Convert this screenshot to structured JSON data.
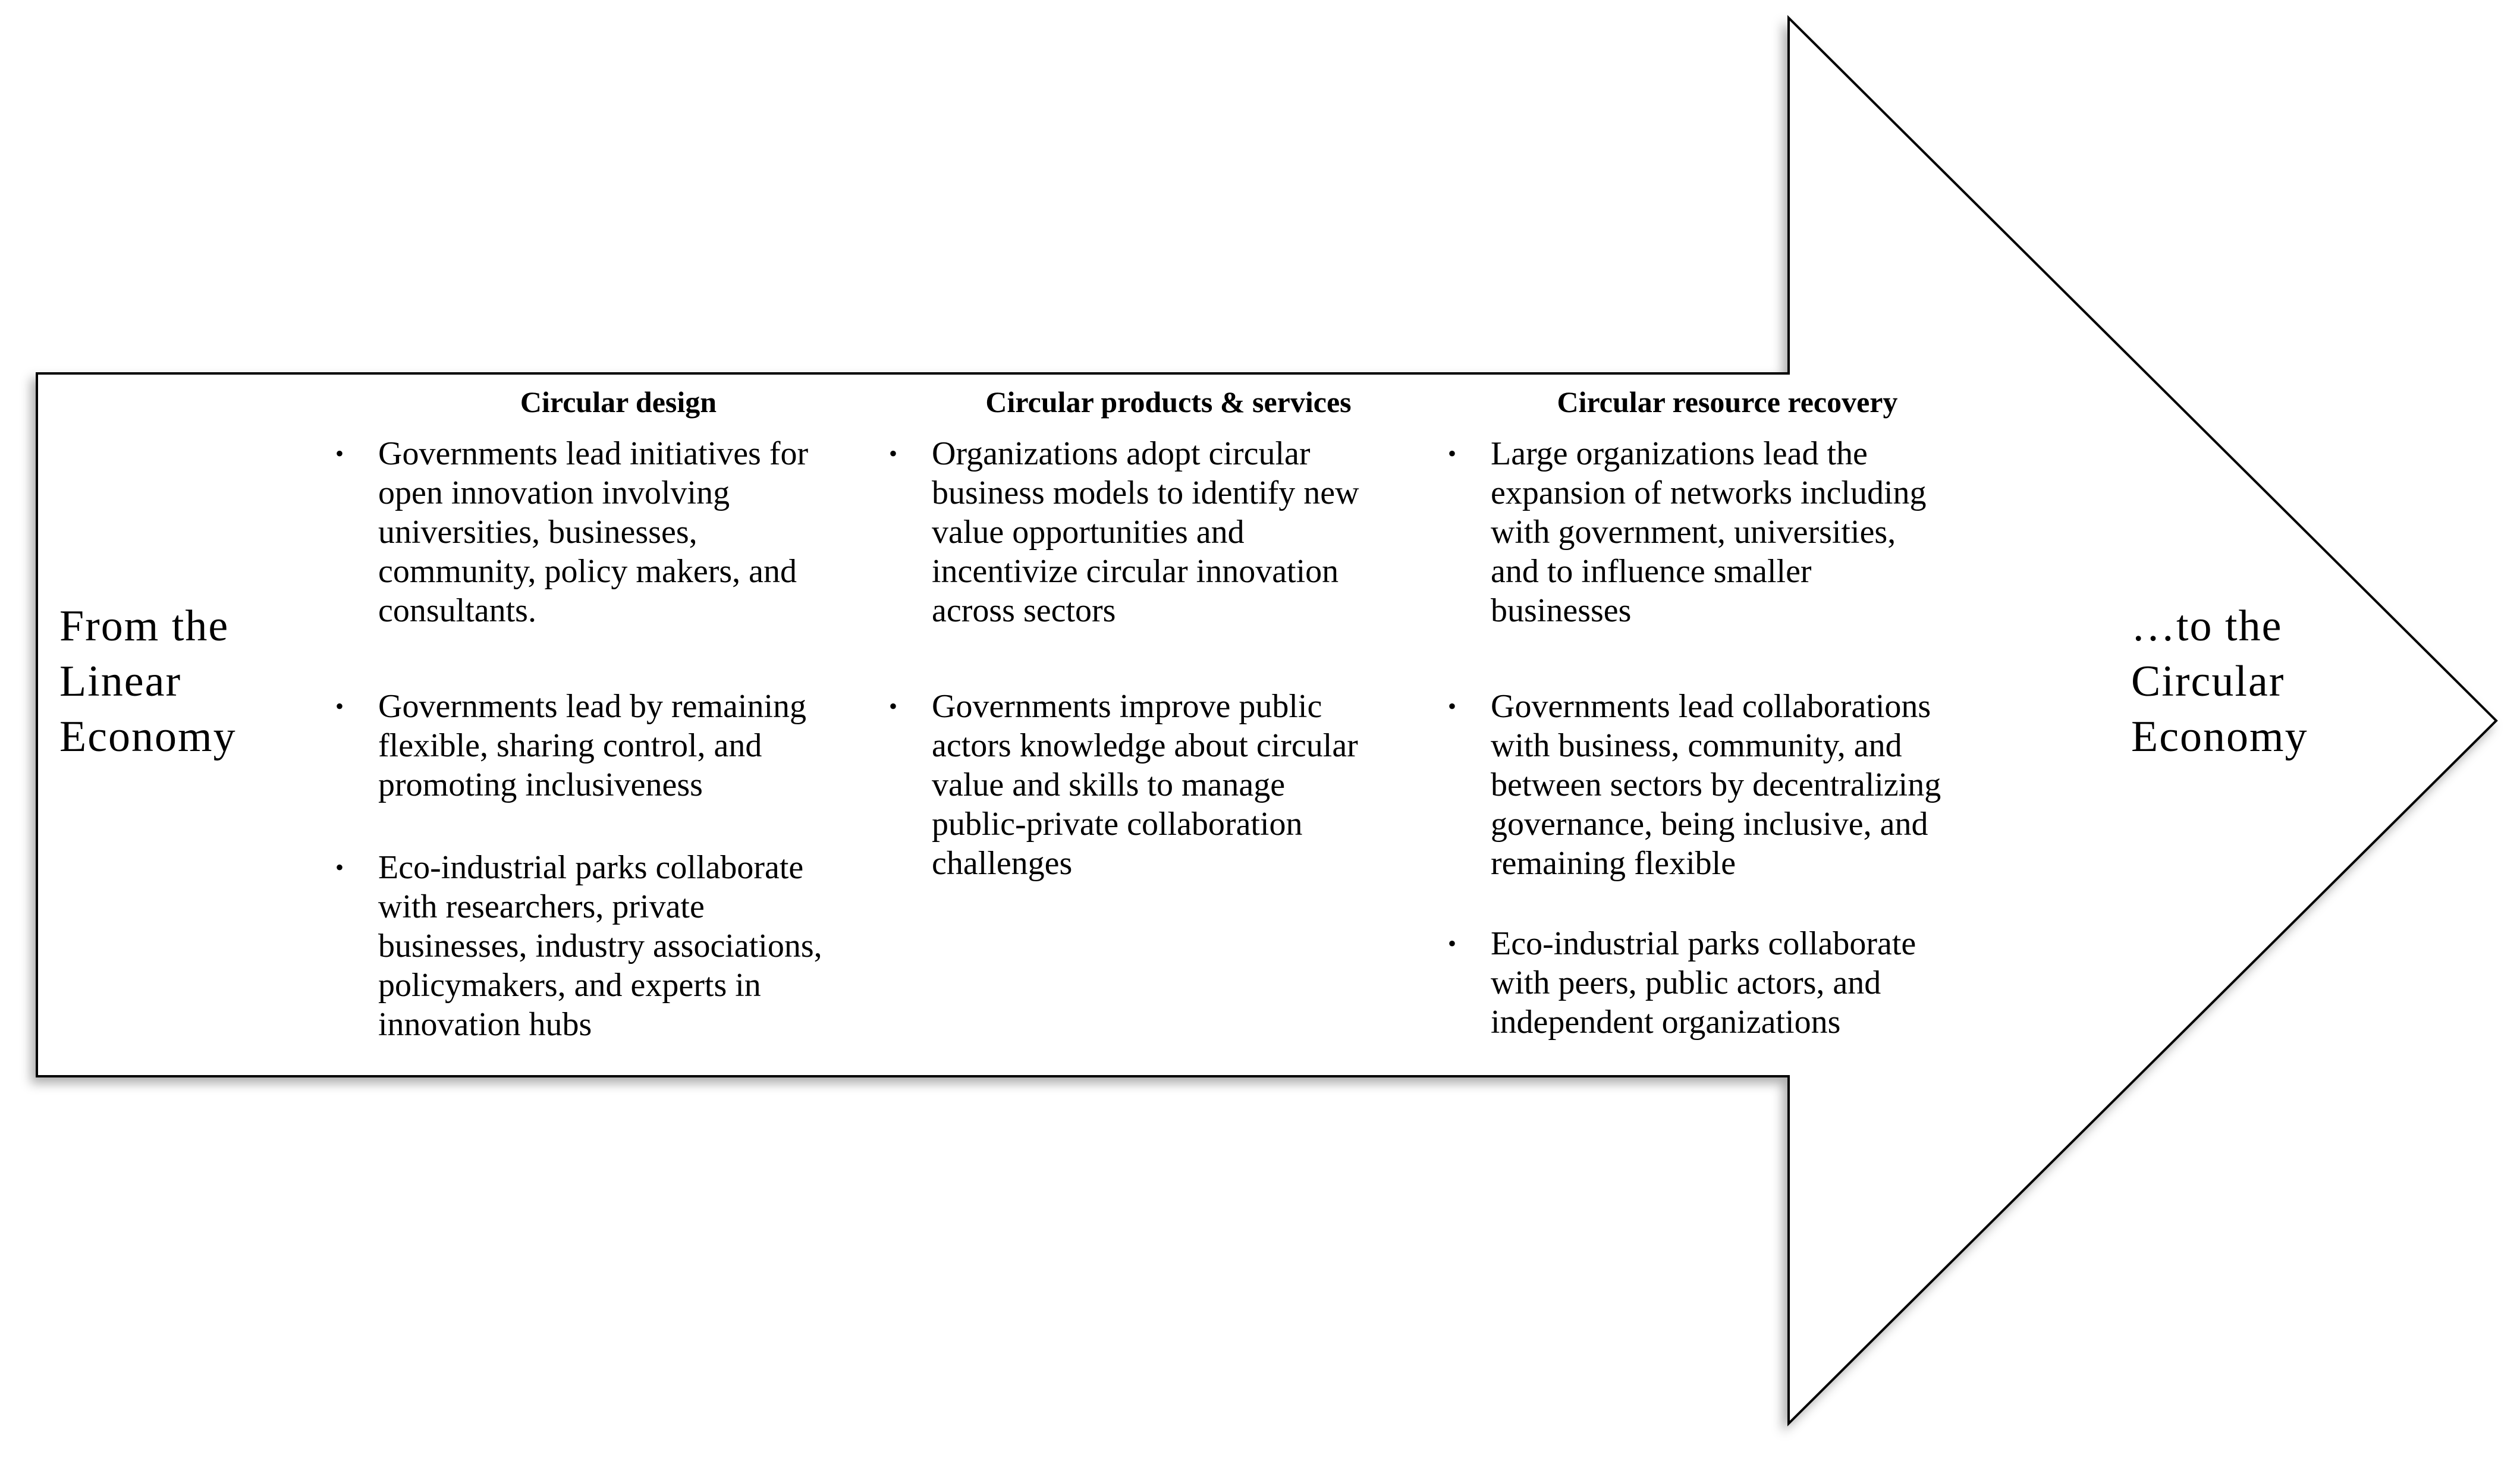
{
  "figure": {
    "from_label": "From the\nLinear\nEconomy",
    "to_label": "…to the\nCircular\nEconomy",
    "bullet_char": "•",
    "colors": {
      "background": "#ffffff",
      "shape_fill": "#ffffff",
      "shape_stroke": "#000000",
      "text": "#000000"
    },
    "columns": [
      {
        "header": "Circular design",
        "bullets": [
          "Governments lead initiatives for\nopen innovation involving\nuniversities, businesses,\ncommunity, policy makers, and\nconsultants.",
          "Governments lead by remaining\nflexible, sharing control, and\npromoting inclusiveness",
          "Eco-industrial parks collaborate\nwith researchers, private\nbusinesses, industry associations,\npolicymakers, and experts in\ninnovation hubs"
        ]
      },
      {
        "header": "Circular products & services",
        "bullets": [
          "Organizations adopt circular\nbusiness models to identify new\nvalue opportunities and\nincentivize circular innovation\nacross sectors",
          "Governments improve public\nactors knowledge about circular\nvalue and skills to manage\npublic-private collaboration\nchallenges"
        ]
      },
      {
        "header": "Circular resource recovery",
        "bullets": [
          "Large organizations lead the\nexpansion of networks including\nwith government, universities,\nand to influence smaller\nbusinesses",
          "Governments lead collaborations\nwith business, community, and\nbetween sectors by decentralizing\ngovernance, being inclusive, and\nremaining flexible",
          "Eco-industrial parks collaborate\nwith peers, public actors, and\nindependent organizations"
        ]
      }
    ]
  }
}
